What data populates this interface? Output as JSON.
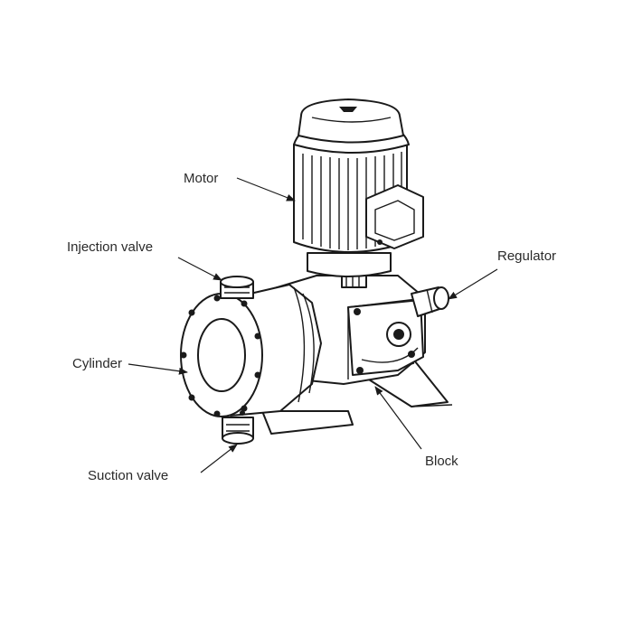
{
  "labels": {
    "motor": "Motor",
    "injection_valve": "Injection valve",
    "regulator": "Regulator",
    "cylinder": "Cylinder",
    "suction_valve": "Suction valve",
    "block": "Block"
  },
  "colors": {
    "ink": "#1a1a1a",
    "label": "#2a2a2a",
    "background": "#ffffff"
  }
}
